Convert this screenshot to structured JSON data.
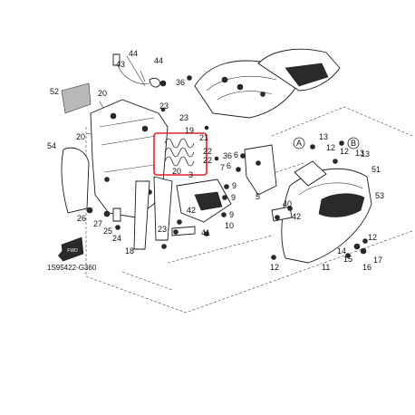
{
  "diagram": {
    "code": "1S95422-G360",
    "fwd_label": "FWD",
    "ref_a": "A",
    "ref_b": "B",
    "highlight_color": "#e0242c",
    "callouts": [
      {
        "id": "c44a",
        "text": "44"
      },
      {
        "id": "c43",
        "text": "43"
      },
      {
        "id": "c44b",
        "text": "44"
      },
      {
        "id": "c36a",
        "text": "36"
      },
      {
        "id": "c52",
        "text": "52"
      },
      {
        "id": "c20a",
        "text": "20"
      },
      {
        "id": "c20b",
        "text": "20"
      },
      {
        "id": "c23a",
        "text": "23"
      },
      {
        "id": "c23b",
        "text": "23"
      },
      {
        "id": "c19",
        "text": "19"
      },
      {
        "id": "c21",
        "text": "21"
      },
      {
        "id": "c22a",
        "text": "22"
      },
      {
        "id": "c22b",
        "text": "22"
      },
      {
        "id": "c20c",
        "text": "20"
      },
      {
        "id": "c3",
        "text": "3"
      },
      {
        "id": "c54",
        "text": "54"
      },
      {
        "id": "c36b",
        "text": "36"
      },
      {
        "id": "c6a",
        "text": "6"
      },
      {
        "id": "c6b",
        "text": "6"
      },
      {
        "id": "c7",
        "text": "7"
      },
      {
        "id": "c5",
        "text": "5"
      },
      {
        "id": "c9a",
        "text": "9"
      },
      {
        "id": "c9b",
        "text": "9"
      },
      {
        "id": "c9c",
        "text": "9"
      },
      {
        "id": "c10",
        "text": "10"
      },
      {
        "id": "c42a",
        "text": "42"
      },
      {
        "id": "c41",
        "text": "41"
      },
      {
        "id": "c23c",
        "text": "23"
      },
      {
        "id": "c18",
        "text": "18"
      },
      {
        "id": "c26",
        "text": "26"
      },
      {
        "id": "c27",
        "text": "27"
      },
      {
        "id": "c25",
        "text": "25"
      },
      {
        "id": "c24",
        "text": "24"
      },
      {
        "id": "c13a",
        "text": "13"
      },
      {
        "id": "c12a",
        "text": "12"
      },
      {
        "id": "c13b",
        "text": "13"
      },
      {
        "id": "c12b",
        "text": "12"
      },
      {
        "id": "c13c",
        "text": "13"
      },
      {
        "id": "c51",
        "text": "51"
      },
      {
        "id": "c53",
        "text": "53"
      },
      {
        "id": "c40",
        "text": "40"
      },
      {
        "id": "c42b",
        "text": "42"
      },
      {
        "id": "c12c",
        "text": "12"
      },
      {
        "id": "c14",
        "text": "14"
      },
      {
        "id": "c15",
        "text": "15"
      },
      {
        "id": "c17",
        "text": "17"
      },
      {
        "id": "c16",
        "text": "16"
      },
      {
        "id": "c12d",
        "text": "12"
      },
      {
        "id": "c11",
        "text": "11"
      }
    ]
  }
}
